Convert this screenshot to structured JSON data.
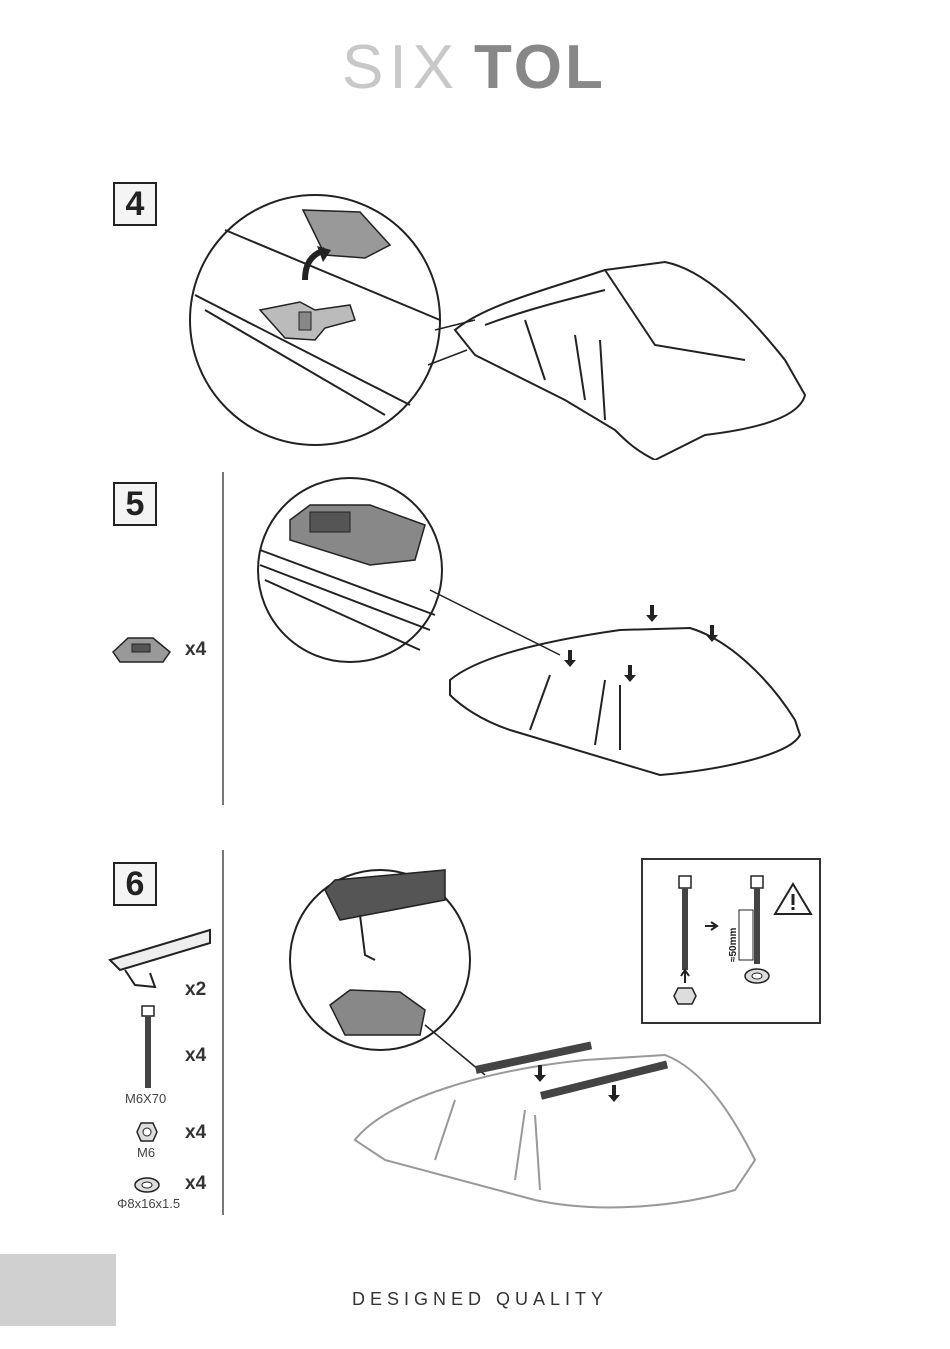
{
  "brand": {
    "logo_light": "SIX",
    "logo_bold": "TOL"
  },
  "steps": [
    {
      "number": "4"
    },
    {
      "number": "5",
      "parts": [
        {
          "qty": "x4"
        }
      ]
    },
    {
      "number": "6",
      "parts": [
        {
          "qty": "x2"
        },
        {
          "qty": "x4",
          "label": "M6X70"
        },
        {
          "qty": "x4",
          "label": "M6"
        },
        {
          "qty": "x4",
          "label": "Φ8x16x1.5"
        }
      ],
      "inset": {
        "spacing_label": "≈50mm"
      }
    }
  ],
  "footer": {
    "tagline": "DESIGNED QUALITY"
  },
  "colors": {
    "ink": "#222222",
    "logo_light": "#c8c8c8",
    "logo_bold": "#888888",
    "footer_block": "#d0d0d0"
  }
}
